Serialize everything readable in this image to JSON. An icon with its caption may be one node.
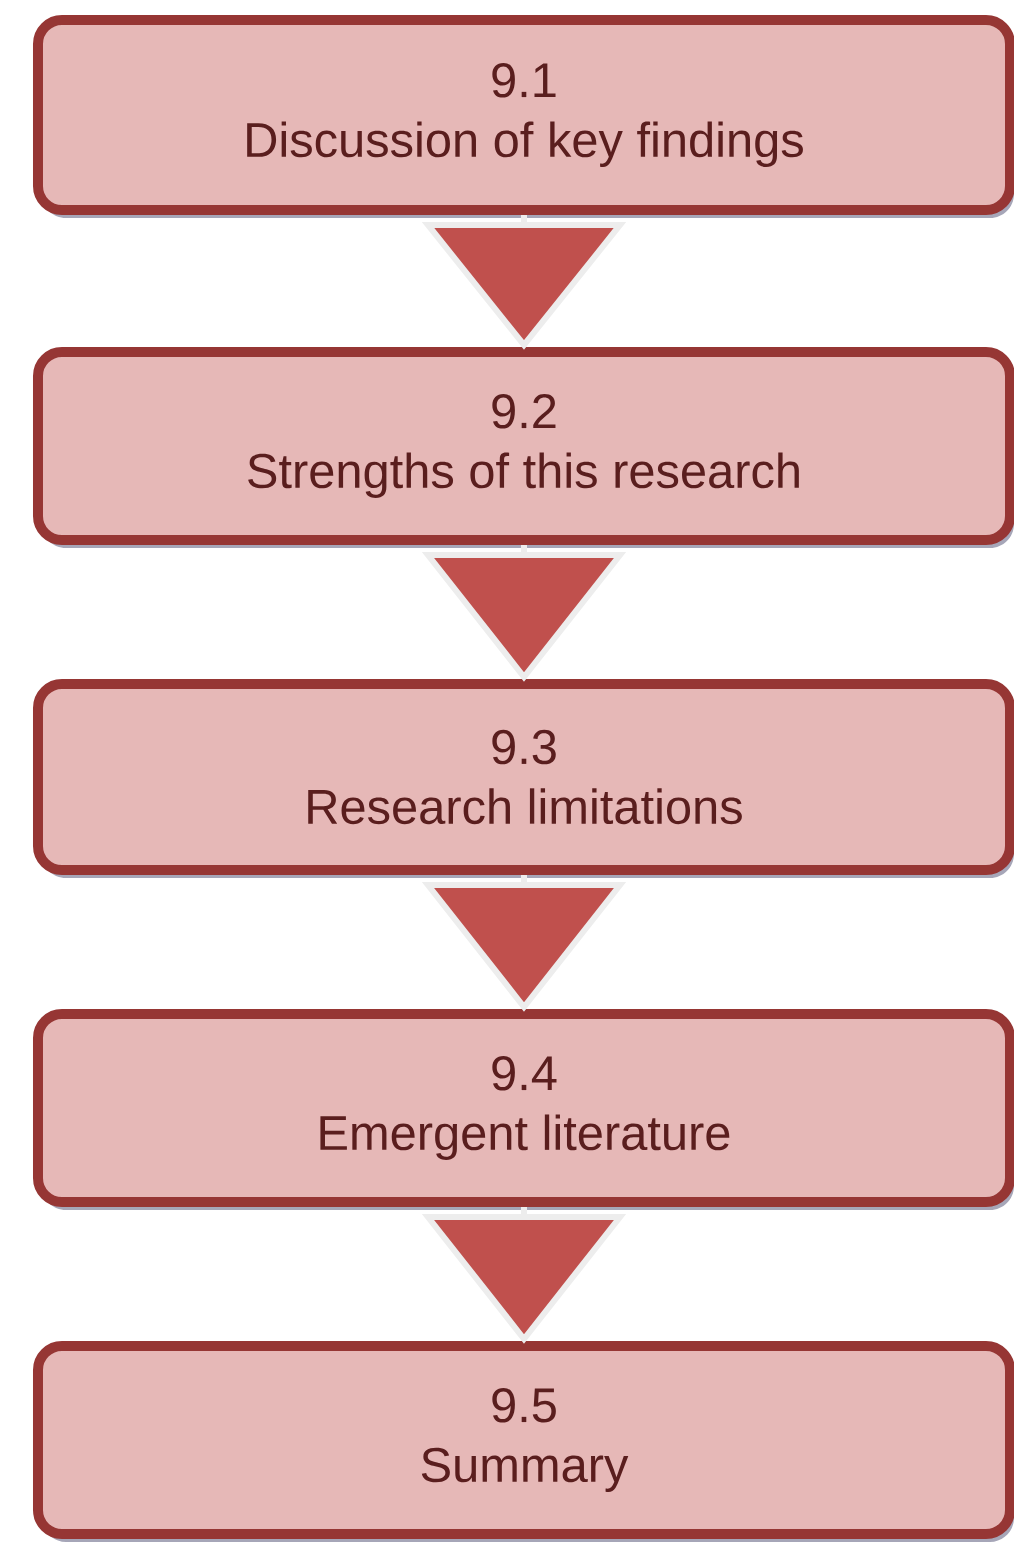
{
  "diagram": {
    "nodes": [
      {
        "text": [
          "9.1",
          "Discussion of key findings"
        ]
      },
      {
        "text": [
          "9.2",
          "Strengths of this research"
        ]
      },
      {
        "text": [
          "9.3",
          "Research limitations"
        ]
      },
      {
        "text": [
          "9.4",
          "Emergent literature"
        ]
      },
      {
        "text": [
          "9.5",
          "Summary"
        ]
      }
    ],
    "edges": [
      {
        "from": 0,
        "to": 1,
        "arrow": "to"
      },
      {
        "from": 1,
        "to": 2,
        "arrow": "to"
      },
      {
        "from": 2,
        "to": 3,
        "arrow": "to"
      },
      {
        "from": 3,
        "to": 4,
        "arrow": "to"
      }
    ]
  }
}
